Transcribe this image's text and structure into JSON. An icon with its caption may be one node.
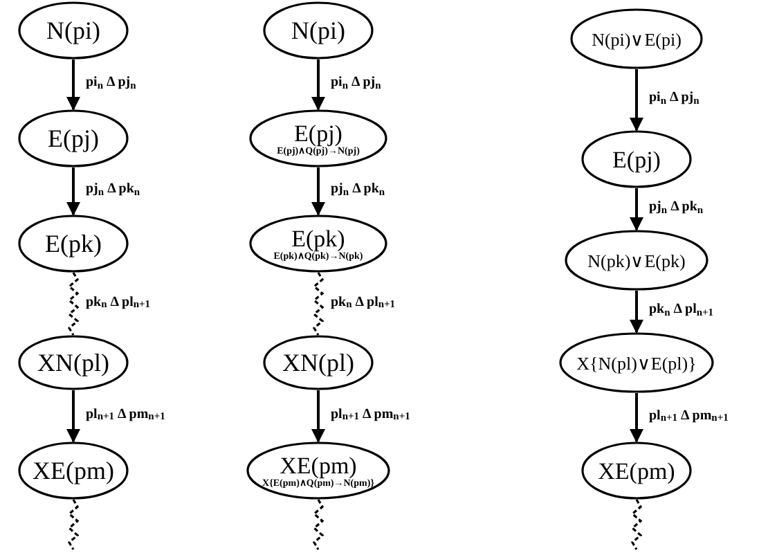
{
  "diagram": {
    "nodes": [
      {
        "text": [
          "N(pi)"
        ]
      },
      {
        "text": [
          "E(pj)"
        ]
      },
      {
        "text": [
          "E(pk)"
        ]
      },
      {
        "text": [
          "XN(pl)"
        ]
      },
      {
        "text": [
          "XE(pm)"
        ]
      },
      {
        "text": [
          "N(pi)"
        ]
      },
      {
        "text": [
          "E(pj)",
          "E(pj)∧Q(pj)→N(pj)"
        ]
      },
      {
        "text": [
          "E(pk)",
          "E(pk)∧Q(pk)→N(pk)"
        ]
      },
      {
        "text": [
          "XN(pl)"
        ]
      },
      {
        "text": [
          "XE(pm)",
          "X{E(pm)∧Q(pm)→N(pm)}"
        ]
      },
      {
        "text": [
          "N(pi)∨E(pi)"
        ]
      },
      {
        "text": [
          "E(pj)"
        ]
      },
      {
        "text": [
          "N(pk)∨E(pk)"
        ]
      },
      {
        "text": [
          "X{N(pl)∨E(pl)}"
        ]
      },
      {
        "text": [
          "XE(pm)"
        ]
      }
    ],
    "edges": [
      {
        "from": 0,
        "to": 1,
        "arrow": "to",
        "label": "pi$_{n}$ Δ pj$_{n}$"
      },
      {
        "from": 1,
        "to": 2,
        "arrow": "to",
        "label": "pj$_{n}$ Δ pk$_{n}$"
      },
      {
        "from": 2,
        "to": 3,
        "arrow": "none",
        "style": "dashed",
        "label": "pk$_{n}$ Δ pl$_{n+1}$"
      },
      {
        "from": 3,
        "to": 4,
        "arrow": "to",
        "label": "pl$_{n+1}$ Δ pm$_{n+1}$"
      },
      {
        "from": 4,
        "to": null,
        "arrow": "none",
        "style": "dashed"
      },
      {
        "from": 5,
        "to": 6,
        "arrow": "to",
        "label": "pi$_{n}$ Δ pj$_{n}$"
      },
      {
        "from": 6,
        "to": 7,
        "arrow": "to",
        "label": "pj$_{n}$ Δ pk$_{n}$"
      },
      {
        "from": 7,
        "to": 8,
        "arrow": "none",
        "style": "dashed",
        "label": "pk$_{n}$ Δ pl$_{n+1}$"
      },
      {
        "from": 8,
        "to": 9,
        "arrow": "to",
        "label": "pl$_{n+1}$ Δ pm$_{n+1}$"
      },
      {
        "from": 9,
        "to": null,
        "arrow": "none",
        "style": "dashed"
      },
      {
        "from": 10,
        "to": 11,
        "arrow": "to",
        "label": "pi$_{n}$ Δ pj$_{n}$"
      },
      {
        "from": 11,
        "to": 12,
        "arrow": "to",
        "label": "pj$_{n}$ Δ pk$_{n}$"
      },
      {
        "from": 12,
        "to": 13,
        "arrow": "to",
        "label": "pk$_{n}$ Δ pl$_{n+1}$"
      },
      {
        "from": 13,
        "to": 14,
        "arrow": "to",
        "label": "pl$_{n+1}$ Δ pm$_{n+1}$"
      },
      {
        "from": 14,
        "to": null,
        "arrow": "none",
        "style": "dashed"
      }
    ]
  }
}
